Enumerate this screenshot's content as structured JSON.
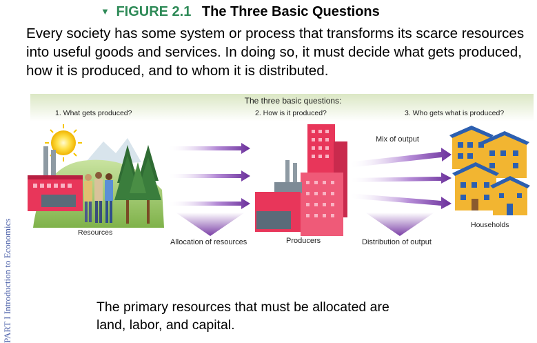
{
  "figure": {
    "label": "FIGURE 2.1",
    "title": "The Three Basic Questions"
  },
  "intro_text": "Every society has some system or process that transforms its scarce resources into useful goods and services. In doing so, it must decide what gets produced, how it is produced, and to whom it is distributed.",
  "diagram": {
    "header": "The three basic questions:",
    "questions": [
      "1. What gets produced?",
      "2. How is it produced?",
      "3. Who gets what is produced?"
    ],
    "labels": {
      "resources": "Resources",
      "allocation": "Allocation of resources",
      "producers": "Producers",
      "distribution": "Distribution of output",
      "mix": "Mix of output",
      "households": "Households"
    }
  },
  "side_text": "PART I Introduction to Economics",
  "bottom_text_line1": "The primary resources that must be allocated are",
  "bottom_text_line2": "land, labor, and capital.",
  "colors": {
    "figure_accent": "#2e8a57",
    "arrow_purple": "#7a3fa6",
    "factory_red": "#e8365a",
    "house_yellow": "#f2b531",
    "house_blue": "#2c5fb0"
  }
}
